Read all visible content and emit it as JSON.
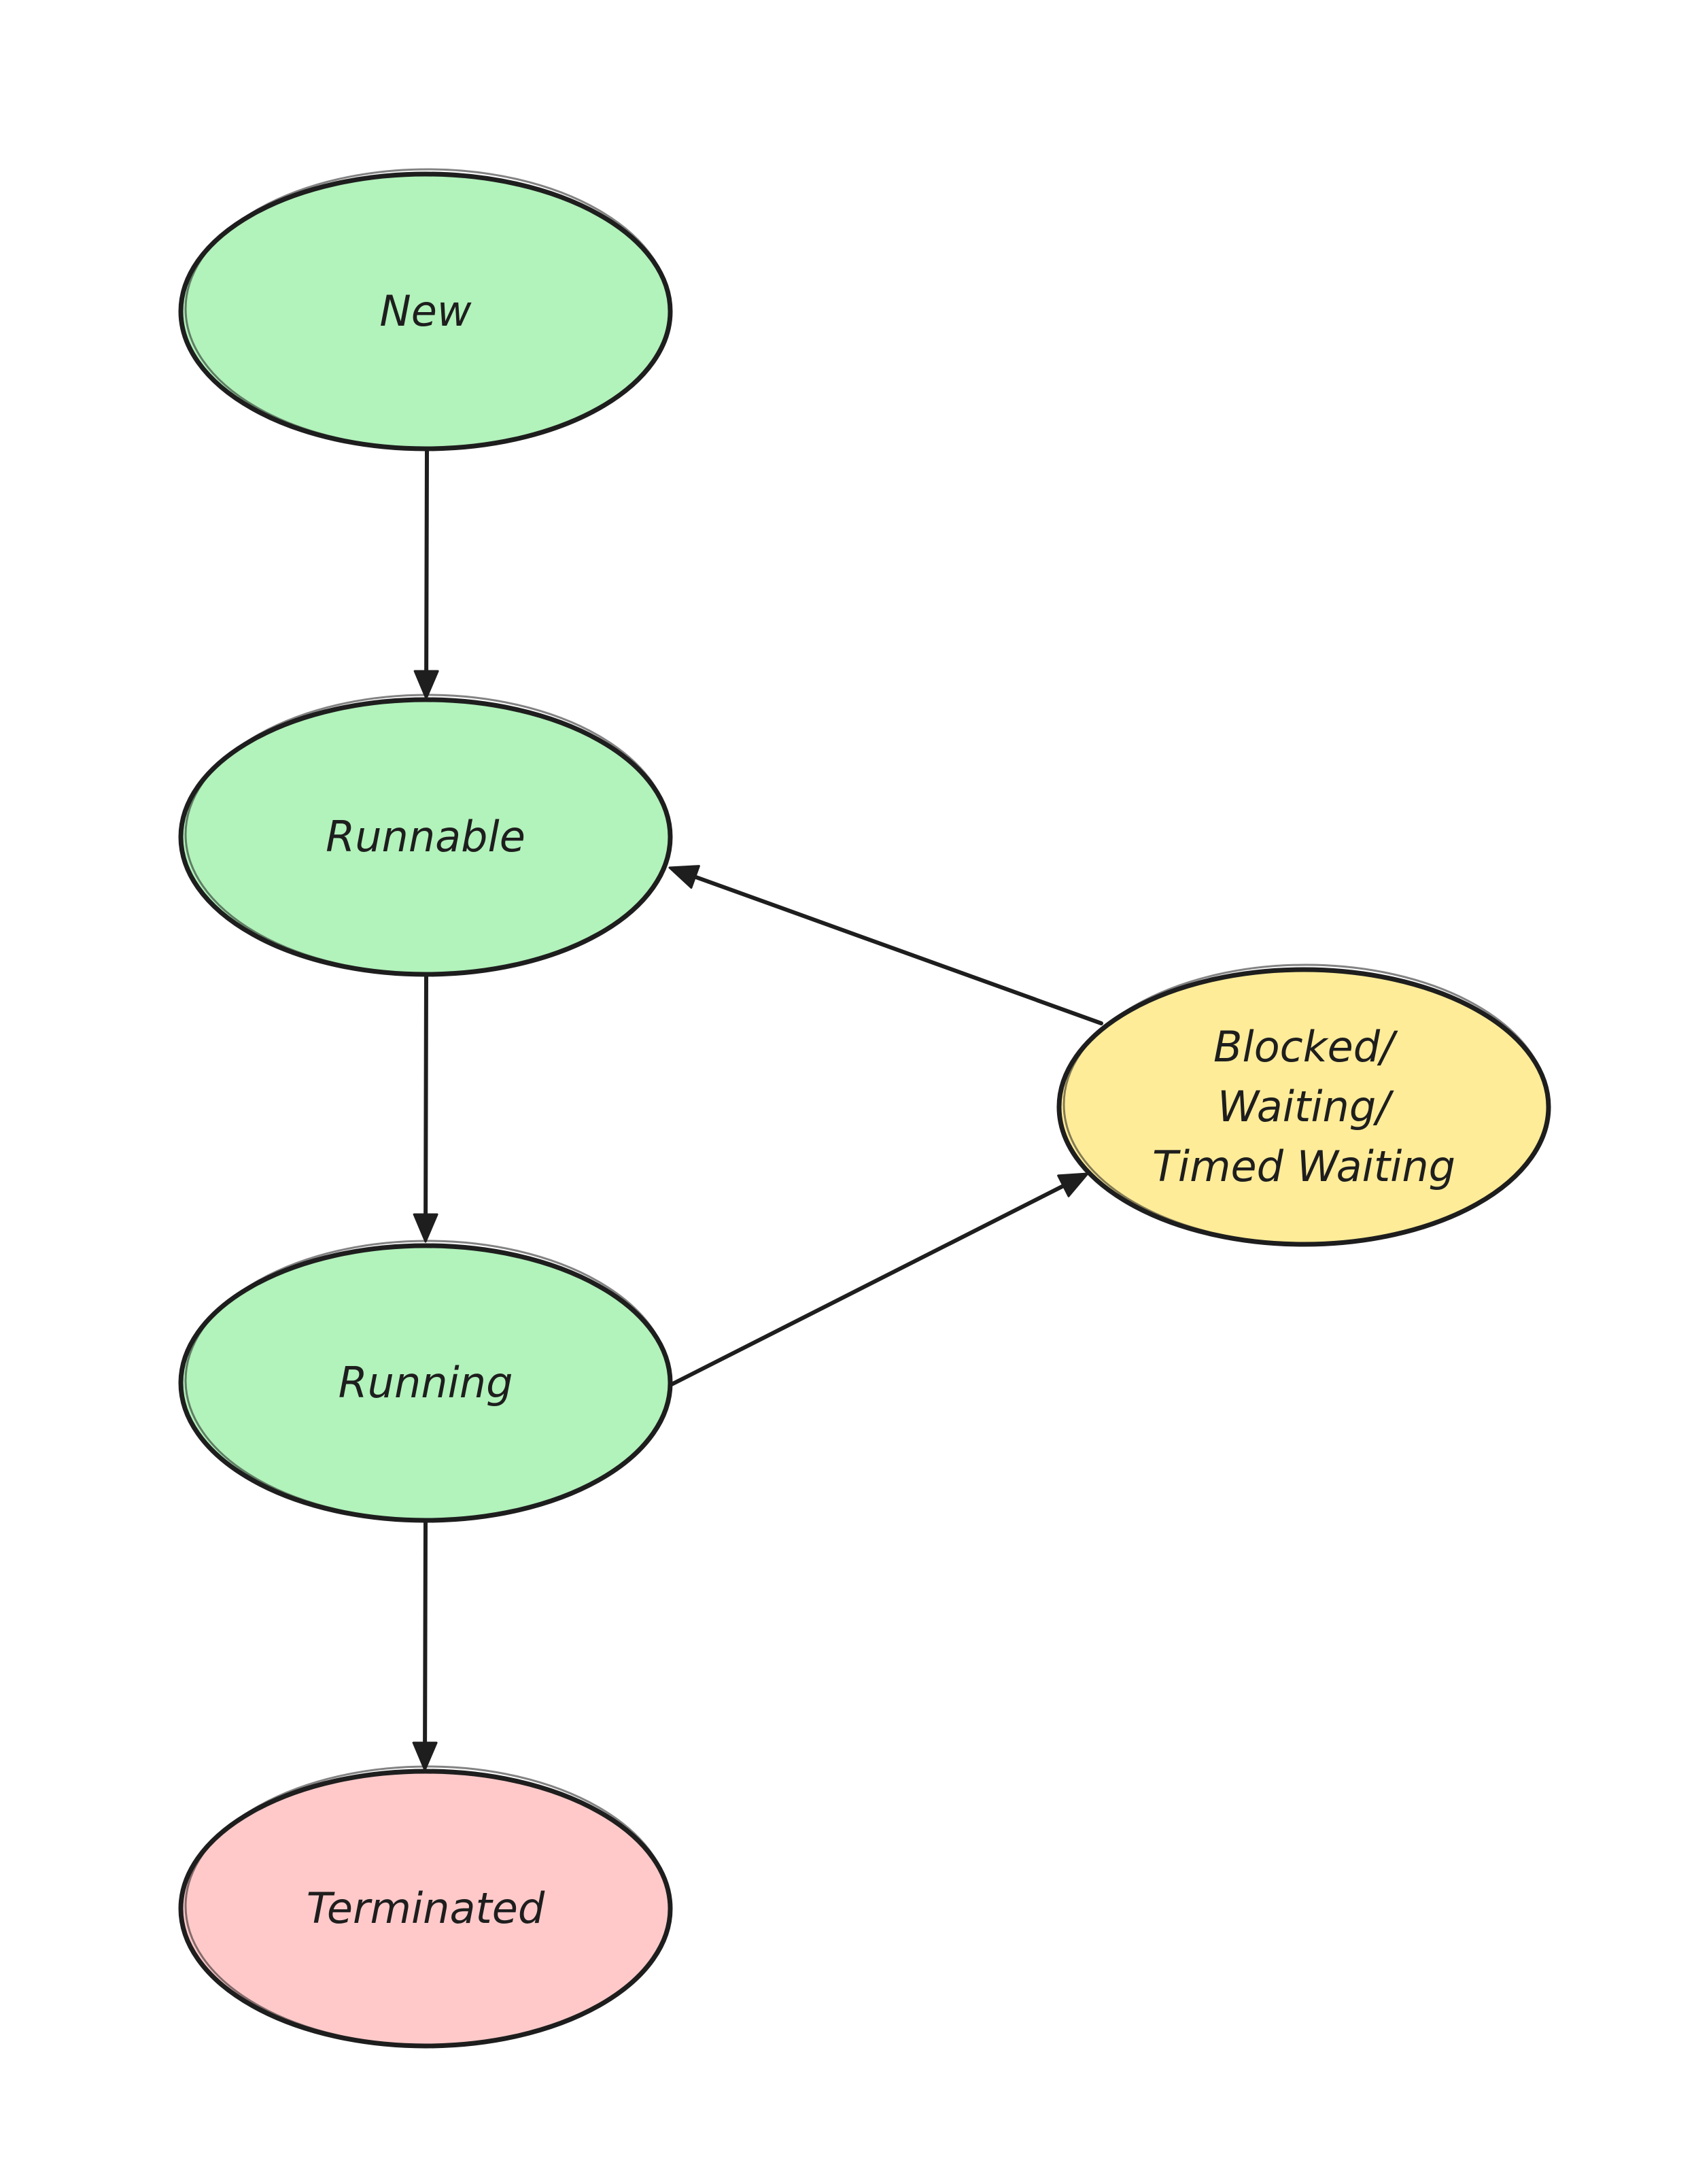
{
  "diagram": {
    "nodes": [
      {
        "id": "new",
        "label": [
          "New"
        ],
        "fill": "#b2f2bb"
      },
      {
        "id": "runnable",
        "label": [
          "Runnable"
        ],
        "fill": "#b2f2bb"
      },
      {
        "id": "running",
        "label": [
          "Running"
        ],
        "fill": "#b2f2bb"
      },
      {
        "id": "blocked",
        "label": [
          "Blocked/",
          "Waiting/",
          "Timed Waiting"
        ],
        "fill": "#ffec99"
      },
      {
        "id": "terminated",
        "label": [
          "Terminated"
        ],
        "fill": "#ffc9c9"
      }
    ],
    "edges": [
      {
        "from": "new",
        "to": "runnable"
      },
      {
        "from": "runnable",
        "to": "running"
      },
      {
        "from": "running",
        "to": "terminated"
      },
      {
        "from": "running",
        "to": "blocked"
      },
      {
        "from": "blocked",
        "to": "runnable"
      }
    ],
    "stroke_color": "#1e1e1e",
    "background": "#ffffff"
  }
}
